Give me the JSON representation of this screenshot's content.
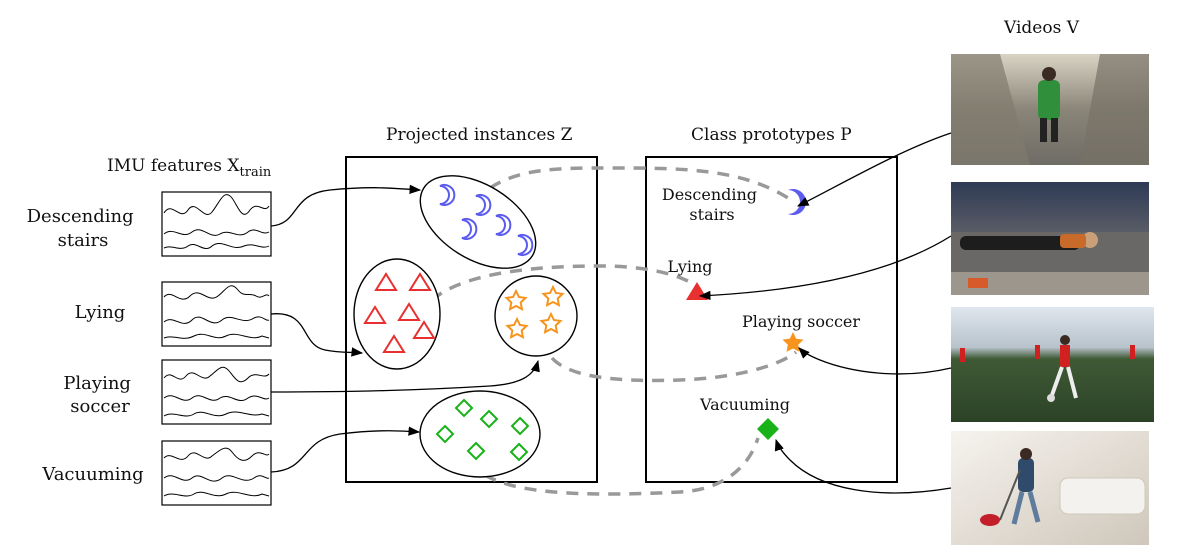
{
  "headers": {
    "imu_prefix": "IMU features X",
    "imu_sub": "train",
    "projected": "Projected instances Z",
    "prototypes": "Class prototypes P",
    "videos": "Videos V"
  },
  "classes": [
    {
      "id": "descending-stairs",
      "label_lines": [
        "Descending",
        "stairs"
      ],
      "proto_lines": [
        "Descending",
        "stairs"
      ],
      "symbol": "crescent",
      "color": "#5b5bf0"
    },
    {
      "id": "lying",
      "label_lines": [
        "Lying"
      ],
      "proto_lines": [
        "Lying"
      ],
      "symbol": "triangle",
      "color": "#e83030"
    },
    {
      "id": "playing-soccer",
      "label_lines": [
        "Playing",
        "soccer"
      ],
      "proto_lines": [
        "Playing soccer"
      ],
      "symbol": "star",
      "color": "#f7941d"
    },
    {
      "id": "vacuuming",
      "label_lines": [
        "Vacuuming"
      ],
      "proto_lines": [
        "Vacuuming"
      ],
      "symbol": "diamond",
      "color": "#19b219"
    }
  ],
  "colors": {
    "dashed": "#999999",
    "frame": "#000000"
  }
}
